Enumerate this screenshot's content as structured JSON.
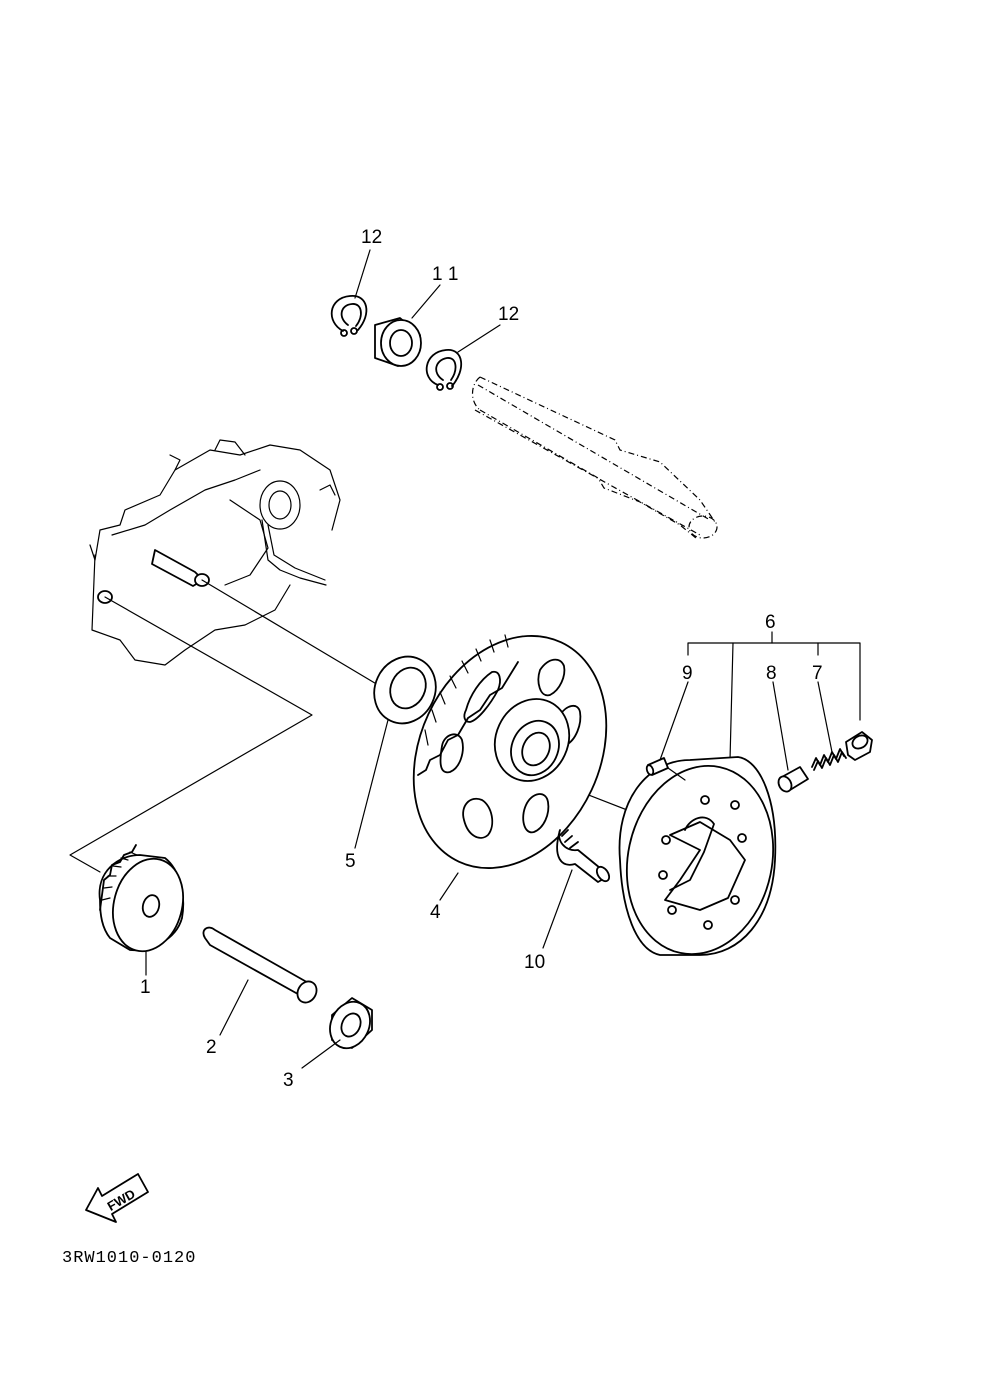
{
  "labels": {
    "p1": "1",
    "p2": "2",
    "p3": "3",
    "p4": "4",
    "p5": "5",
    "p6": "6",
    "p7": "7",
    "p8": "8",
    "p9": "9",
    "p10": "10",
    "p11": "1 1",
    "p12a": "12",
    "p12b": "12"
  },
  "direction_badge": "FWD",
  "diagram_code": "3RW1010-0120"
}
